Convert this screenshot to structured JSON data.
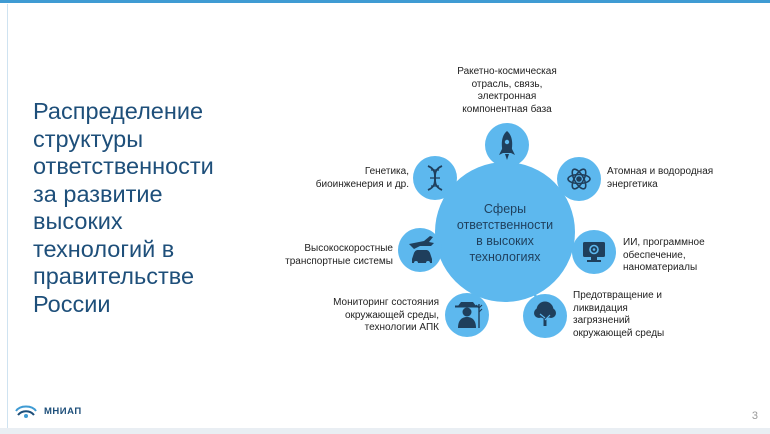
{
  "slide": {
    "title": "Распределение структуры ответственности за развитие высоких технологий в правительстве России",
    "page_number": "3"
  },
  "logo": {
    "text": "МНИАП"
  },
  "diagram": {
    "center": "Сферы ответственности в высоких технологиях",
    "nodes": [
      {
        "id": "space",
        "label": "Ракетно-космическая отрасль, связь, электронная компонентная база",
        "icon": "rocket-icon"
      },
      {
        "id": "atomic",
        "label": "Атомная и водородная энергетика",
        "icon": "atom-icon"
      },
      {
        "id": "ai",
        "label": "ИИ, программное обеспечение, наноматериалы",
        "icon": "monitor-gear-icon"
      },
      {
        "id": "pollution",
        "label": "Предотвращение и ликвидация загрязнений окружающей среды",
        "icon": "tree-icon"
      },
      {
        "id": "monitoring",
        "label": "Мониторинг состояния окружающей среды, технологии АПК",
        "icon": "farmer-icon"
      },
      {
        "id": "transport",
        "label": "Высокоскоростные транспортные системы",
        "icon": "plane-car-icon"
      },
      {
        "id": "genetics",
        "label": "Генетика, биоинженерия и др.",
        "icon": "dna-icon"
      }
    ]
  },
  "colors": {
    "circle": "#5db8ee",
    "title": "#1e4f7a",
    "accent": "#3f9bd3"
  }
}
